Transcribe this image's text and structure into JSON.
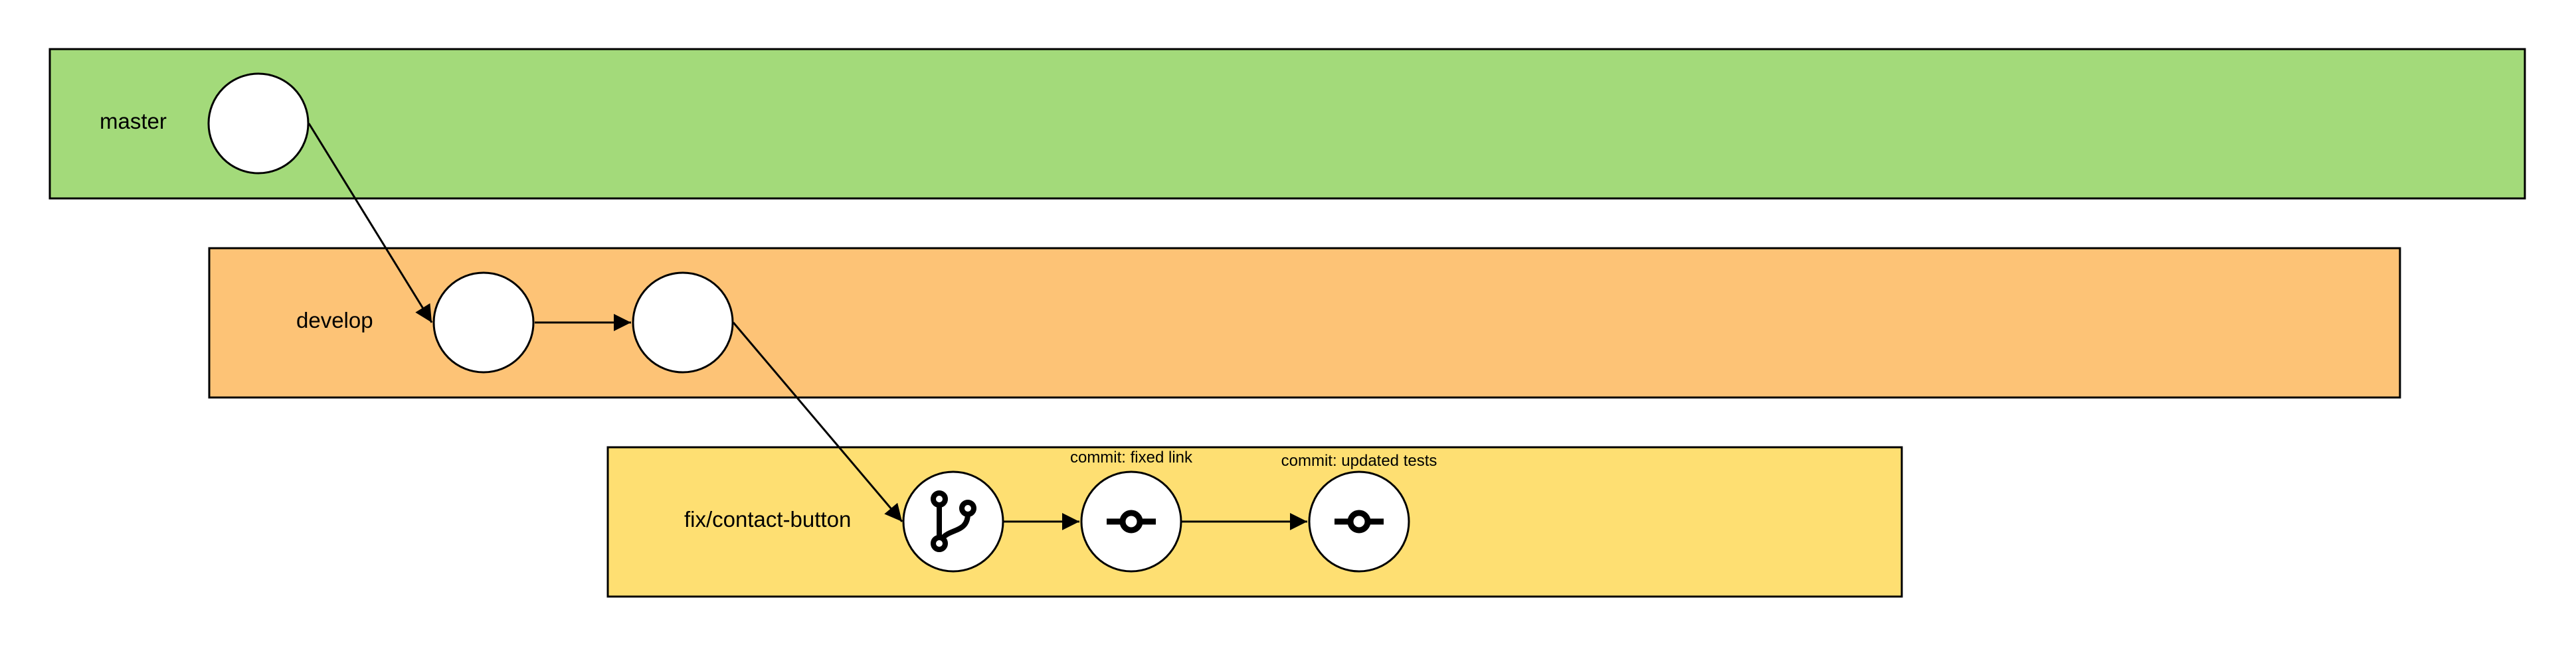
{
  "lanes": [
    {
      "id": "master",
      "label": "master",
      "color": "#a3da7a"
    },
    {
      "id": "develop",
      "label": "develop",
      "color": "#fdc376"
    },
    {
      "id": "fix",
      "label": "fix/contact-button",
      "color": "#fedf72"
    }
  ],
  "nodes": [
    {
      "id": "master-1",
      "lane": "master",
      "icon": ""
    },
    {
      "id": "develop-1",
      "lane": "develop",
      "icon": ""
    },
    {
      "id": "develop-2",
      "lane": "develop",
      "icon": ""
    },
    {
      "id": "fix-branch",
      "lane": "fix",
      "icon": "git-branch-icon"
    },
    {
      "id": "fix-commit-1",
      "lane": "fix",
      "icon": "git-commit-icon",
      "note": "commit: fixed link"
    },
    {
      "id": "fix-commit-2",
      "lane": "fix",
      "icon": "git-commit-icon",
      "note": "commit: updated tests"
    }
  ],
  "edges": [
    {
      "from": "master-1",
      "to": "develop-1"
    },
    {
      "from": "develop-1",
      "to": "develop-2"
    },
    {
      "from": "develop-2",
      "to": "fix-branch"
    },
    {
      "from": "fix-branch",
      "to": "fix-commit-1"
    },
    {
      "from": "fix-commit-1",
      "to": "fix-commit-2"
    }
  ]
}
